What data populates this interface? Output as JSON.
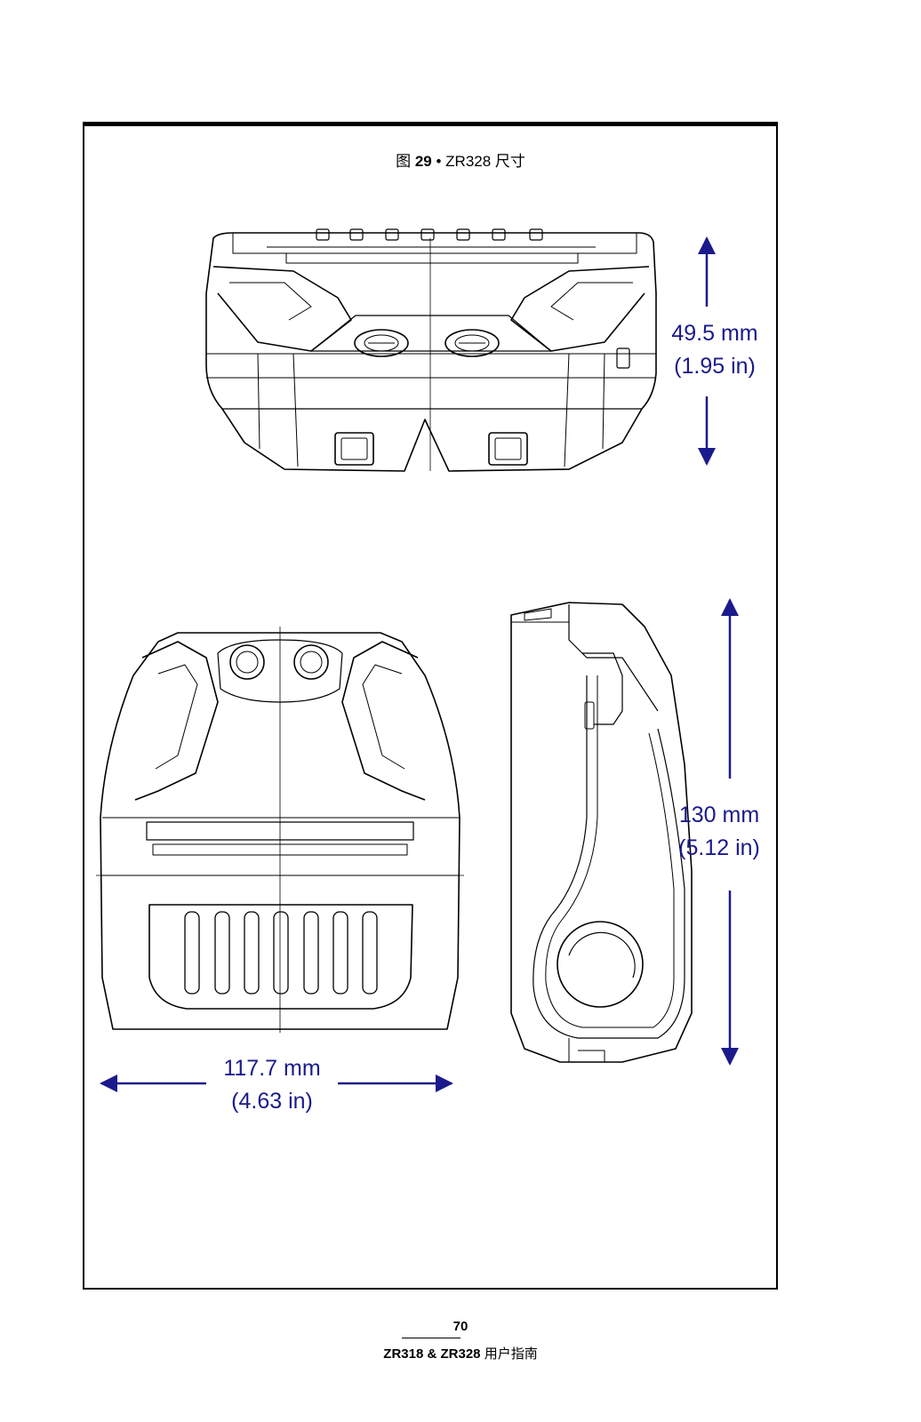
{
  "figure": {
    "prefix": "图",
    "number": "29",
    "bullet": "•",
    "title": "ZR328 尺寸"
  },
  "dimensions": {
    "depth": {
      "metric": "49.5 mm",
      "imperial": "(1.95 in)"
    },
    "height": {
      "metric": "130 mm",
      "imperial": "(5.12 in)"
    },
    "width": {
      "metric": "117.7 mm",
      "imperial": "(4.63 in)"
    }
  },
  "footer": {
    "page_number": "70",
    "doc_title_bold": "ZR318 & ZR328",
    "doc_title_rest": "用户指南"
  },
  "colors": {
    "dimension": "#1a1a8c",
    "line": "#000000"
  }
}
